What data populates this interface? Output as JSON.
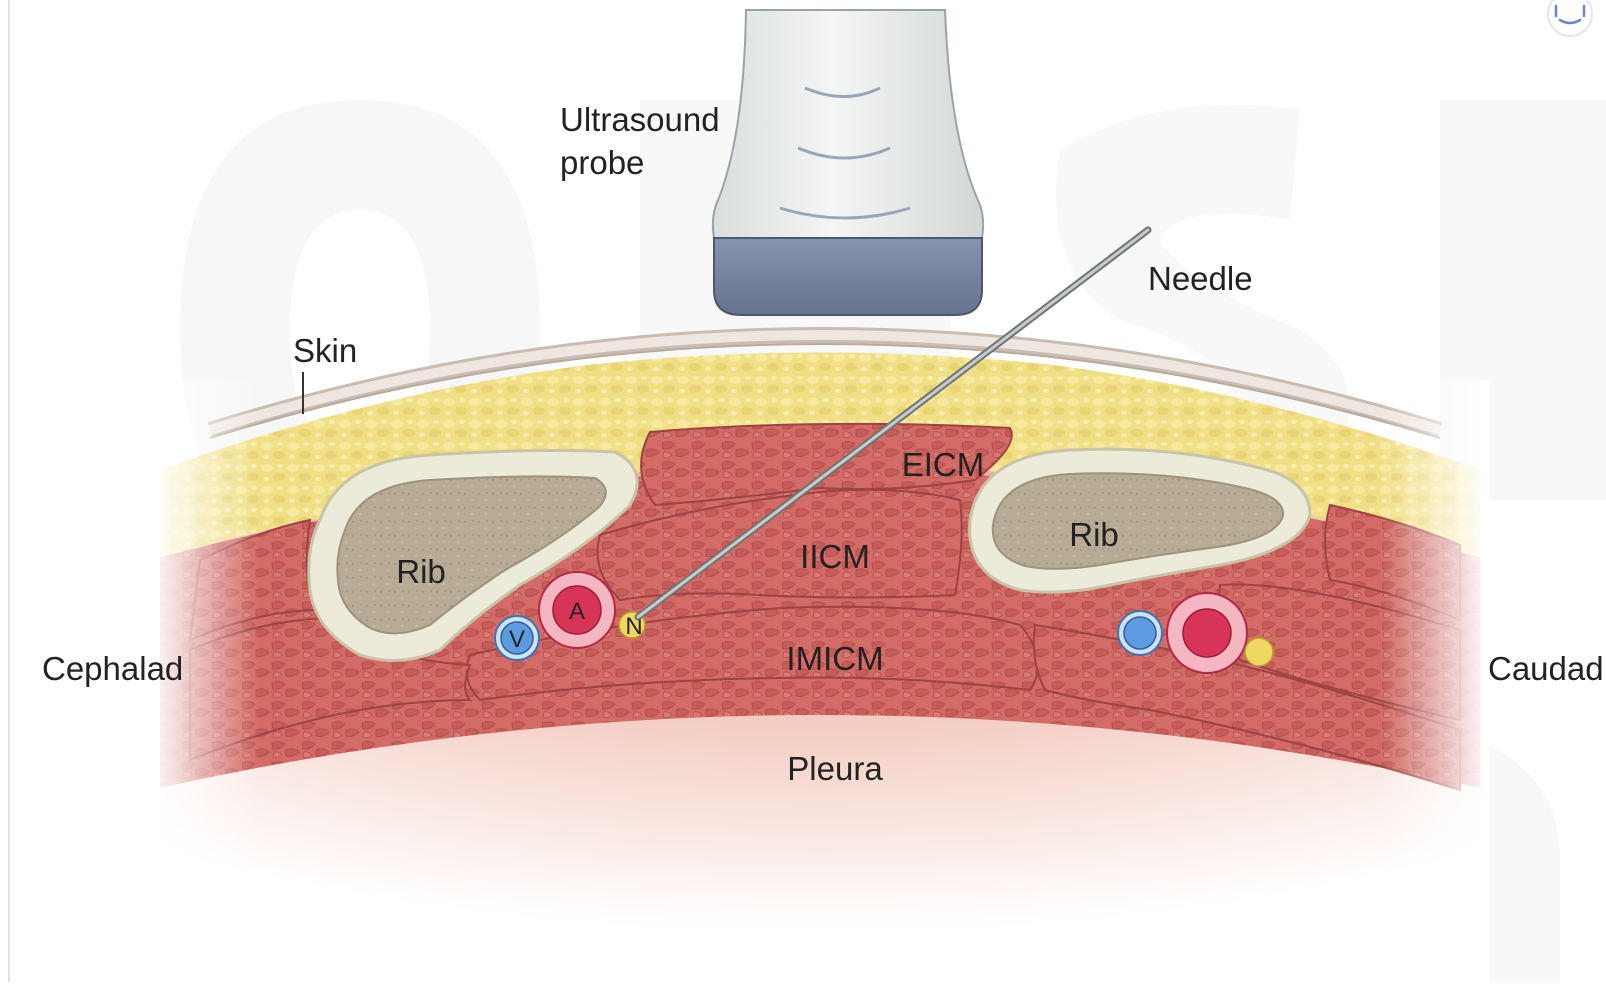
{
  "labels": {
    "probe_line1": "Ultrasound",
    "probe_line2": "probe",
    "needle": "Needle",
    "skin": "Skin",
    "eicm": "EICM",
    "iicm": "IICM",
    "imicm": "IMICM",
    "rib_left": "Rib",
    "rib_right": "Rib",
    "pleura": "Pleura",
    "cephalad": "Cephalad",
    "caudad": "Caudad",
    "vein": "V",
    "artery": "A",
    "nerve": "N"
  },
  "colors": {
    "fat": "#f1df86",
    "muscle": "#d36b66",
    "muscle_dark": "#b14f4d",
    "rib_outer": "#ecead8",
    "rib_inner": "#b7ab96",
    "pleura": "#f0c3b7",
    "probe_body": "#e9eceb",
    "probe_tip": "#7886a3",
    "vein": "#5d9be0",
    "artery": "#d8345a",
    "nerve": "#efd862"
  },
  "icons": {
    "corner": "expand-icon"
  }
}
